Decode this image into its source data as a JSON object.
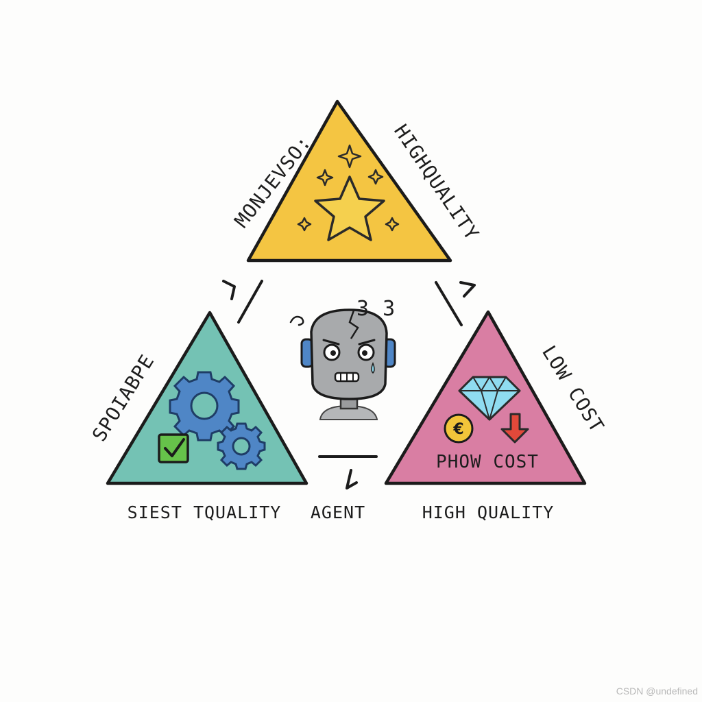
{
  "colors": {
    "top_triangle": "#f4c542",
    "left_triangle": "#74c2b4",
    "right_triangle": "#d97ea3",
    "gear": "#4f86c6",
    "check": "#66c24a",
    "diamond": "#8fdcf0",
    "coin": "#f2c53a",
    "down_arrow": "#e2493a",
    "robot": "#a8aaac"
  },
  "labels": {
    "top_left": "MONJEVSO:",
    "top_right": "HIGHQUALITY",
    "left_side": "SPOIABPE",
    "right_side": "LOW COST",
    "right_inner": "PHOW COST",
    "bottom_left": "SIEST TQUALITY",
    "bottom_center": "AGENT",
    "bottom_right": "HIGH QUALITY",
    "coin_symbol": "€",
    "confusion_marks": "3 3"
  },
  "icons": {
    "top": [
      "star-icon",
      "sparkle-icon"
    ],
    "left": [
      "gear-icon",
      "checkbox-icon"
    ],
    "right": [
      "diamond-icon",
      "coin-icon",
      "down-arrow-icon"
    ],
    "center": [
      "confused-robot-icon"
    ]
  },
  "watermark": "CSDN @undefined"
}
